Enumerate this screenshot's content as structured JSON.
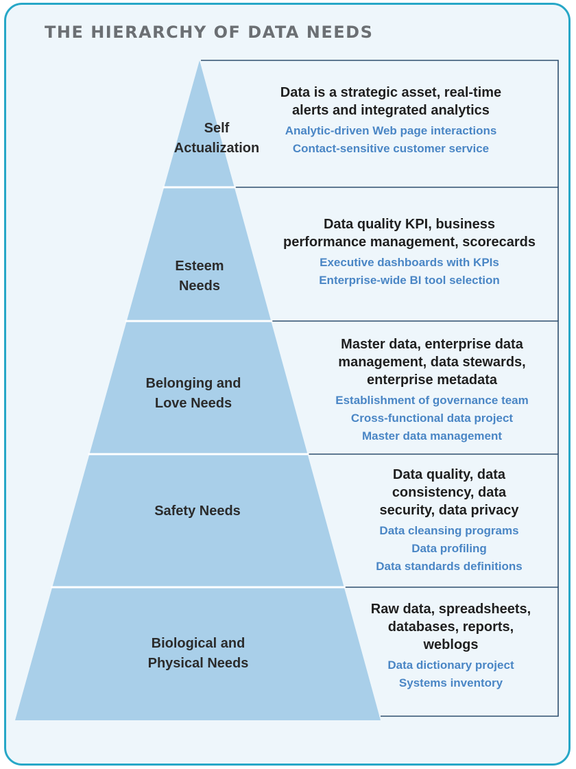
{
  "title": "THE HIERARCHY OF DATA NEEDS",
  "colors": {
    "frame_border": "#27a7c7",
    "frame_fill": "#eef6fb",
    "pyramid_fill": "#a9cfe9",
    "divider": "#2f4e6e",
    "primary_text": "#1f1f1f",
    "example_text": "#4a86c5"
  },
  "levels": [
    {
      "label_lines": [
        "Self",
        "Actualization"
      ],
      "primary_lines": [
        "Data is a strategic asset, real-time",
        "alerts and integrated analytics"
      ],
      "examples": [
        "Analytic-driven Web page interactions",
        "Contact-sensitive customer service"
      ]
    },
    {
      "label_lines": [
        "Esteem",
        "Needs"
      ],
      "primary_lines": [
        "Data quality KPI, business",
        "performance management, scorecards"
      ],
      "examples": [
        "Executive dashboards with KPIs",
        "Enterprise-wide BI tool selection"
      ]
    },
    {
      "label_lines": [
        "Belonging and",
        "Love Needs"
      ],
      "primary_lines": [
        "Master data, enterprise data",
        "management, data stewards,",
        "enterprise metadata"
      ],
      "examples": [
        "Establishment of governance team",
        "Cross-functional data project",
        "Master data management"
      ]
    },
    {
      "label_lines": [
        "Safety Needs"
      ],
      "primary_lines": [
        "Data quality, data",
        "consistency, data",
        "security, data privacy"
      ],
      "examples": [
        "Data cleansing programs",
        "Data profiling",
        "Data standards definitions"
      ]
    },
    {
      "label_lines": [
        "Biological and",
        "Physical Needs"
      ],
      "primary_lines": [
        "Raw data, spreadsheets,",
        "databases, reports,",
        "weblogs"
      ],
      "examples": [
        "Data dictionary project",
        "Systems inventory"
      ]
    }
  ]
}
